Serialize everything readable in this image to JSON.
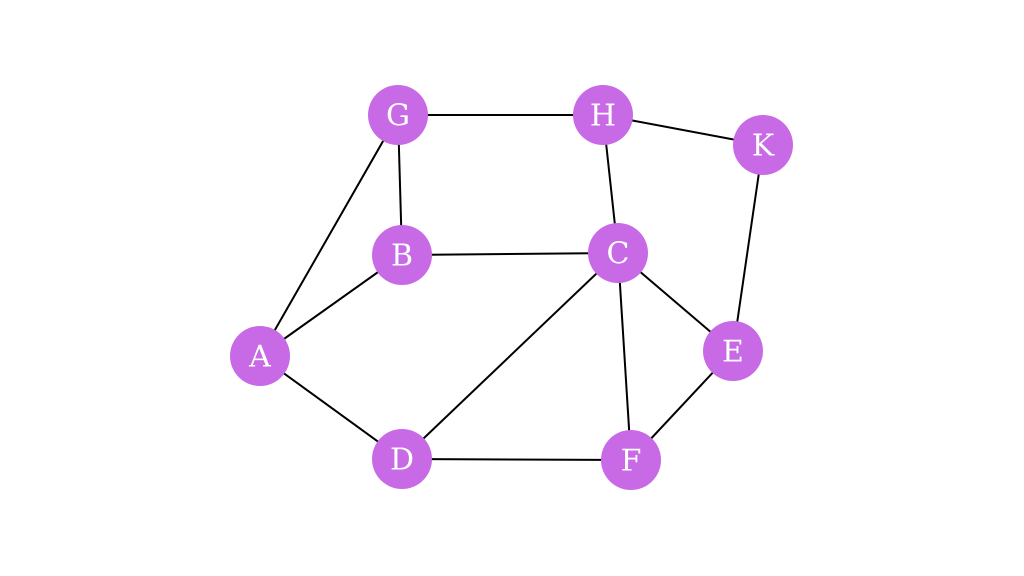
{
  "graph": {
    "node_color": "#c86ae6",
    "edge_color": "#000000",
    "nodes": [
      {
        "id": "G",
        "label": "G"
      },
      {
        "id": "H",
        "label": "H"
      },
      {
        "id": "K",
        "label": "K"
      },
      {
        "id": "B",
        "label": "B"
      },
      {
        "id": "C",
        "label": "C"
      },
      {
        "id": "A",
        "label": "A"
      },
      {
        "id": "E",
        "label": "E"
      },
      {
        "id": "D",
        "label": "D"
      },
      {
        "id": "F",
        "label": "F"
      }
    ],
    "edges": [
      [
        "G",
        "H"
      ],
      [
        "H",
        "K"
      ],
      [
        "G",
        "B"
      ],
      [
        "G",
        "A"
      ],
      [
        "H",
        "C"
      ],
      [
        "K",
        "E"
      ],
      [
        "B",
        "C"
      ],
      [
        "A",
        "B"
      ],
      [
        "C",
        "E"
      ],
      [
        "C",
        "D"
      ],
      [
        "C",
        "F"
      ],
      [
        "A",
        "D"
      ],
      [
        "D",
        "F"
      ],
      [
        "F",
        "E"
      ]
    ]
  }
}
